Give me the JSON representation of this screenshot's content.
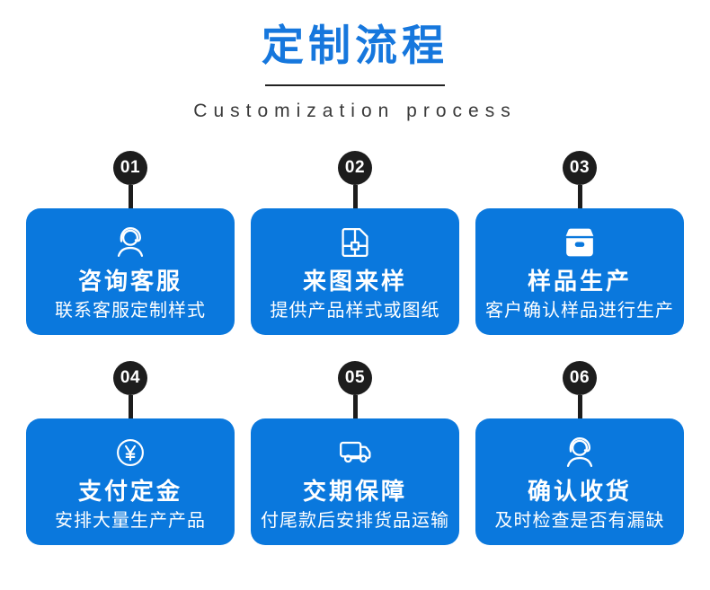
{
  "header": {
    "title": "定制流程",
    "subtitle": "Customization process"
  },
  "colors": {
    "card_blue": "#0a78dd",
    "title_blue": "#1677dd",
    "badge_black": "#1d1d1d",
    "text_white": "#ffffff"
  },
  "steps": [
    {
      "number": "01",
      "icon": "headset-icon",
      "title": "咨询客服",
      "description": "联系客服定制样式"
    },
    {
      "number": "02",
      "icon": "blueprint-icon",
      "title": "来图来样",
      "description": "提供产品样式或图纸"
    },
    {
      "number": "03",
      "icon": "sample-box-icon",
      "title": "样品生产",
      "description": "客户确认样品进行生产"
    },
    {
      "number": "04",
      "icon": "yuan-coin-icon",
      "title": "支付定金",
      "description": "安排大量生产产品"
    },
    {
      "number": "05",
      "icon": "truck-icon",
      "title": "交期保障",
      "description": "付尾款后安排货品运输"
    },
    {
      "number": "06",
      "icon": "headset-icon",
      "title": "确认收货",
      "description": "及时检查是否有漏缺"
    }
  ]
}
